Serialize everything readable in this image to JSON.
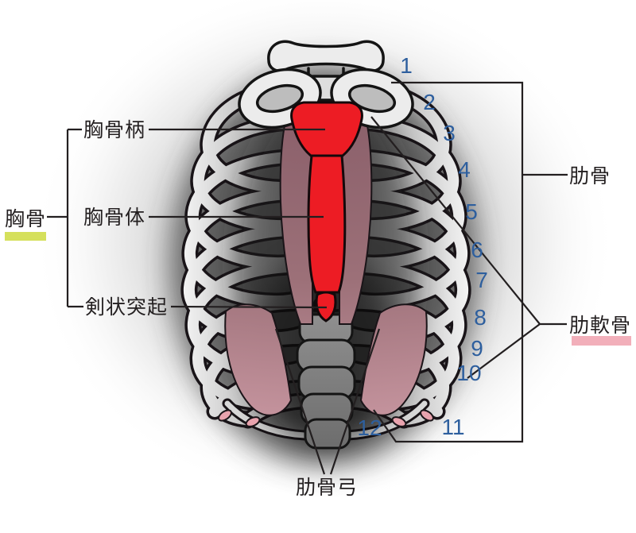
{
  "labels": {
    "sternum_group": "胸骨",
    "manubrium": "胸骨柄",
    "sternal_body": "胸骨体",
    "xiphoid_process": "剣状突起",
    "ribs": "肋骨",
    "costal_cartilage": "肋軟骨",
    "costal_arch": "肋骨弓"
  },
  "rib_numbers": [
    "1",
    "2",
    "3",
    "4",
    "5",
    "6",
    "7",
    "8",
    "9",
    "10",
    "11",
    "12"
  ],
  "colors": {
    "sternum_red": "#ed1c24",
    "number_blue": "#2e5f9e",
    "label_ink": "#231f20",
    "line_ink": "#231f20",
    "sternum_underline_green": "#d5e05c",
    "cartilage_underline_pink": "#f2afba",
    "cartilage_mauve": "#9c7078",
    "cartilage_tip_pink": "#e9a3ae"
  }
}
